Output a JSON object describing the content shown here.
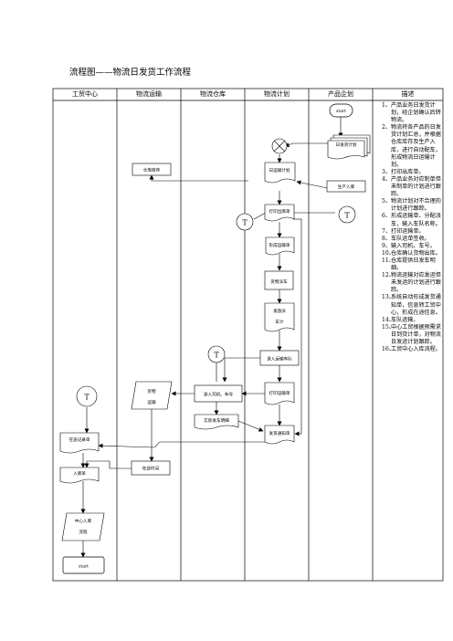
{
  "title": "流程图——物流日发货工作流程",
  "columns": [
    "工贸中心",
    "物流运输",
    "物流仓库",
    "物流计划",
    "产品企划",
    "描述"
  ],
  "nodes": {
    "start_top": "start",
    "daily_plan": "日发货计划",
    "warehouse_stock": "仓库库存",
    "daily_transport_plan": "日运输计划",
    "production_in": "生产入库",
    "print_outbound": "打印出库单",
    "t_left": "T",
    "t_right": "T",
    "form_transport": "形成运输单",
    "goods_car": "货物派车",
    "dispatch_1": "发放派",
    "dispatch_2": "车计",
    "t_mid": "T",
    "input_transport_car": "录入运输车队",
    "goods_1": "货物",
    "goods_2": "运输",
    "input_driver": "录入司机、车号",
    "print_transport": "打印运输单",
    "t_center": "T",
    "actual_detail": "实际发车明细",
    "ship_notice": "发货通知单",
    "transit_record": "在途记录单",
    "transit_time": "在途时间",
    "inbound": "入库单",
    "center_in_1": "中心入库",
    "center_in_2": "流程",
    "start_bottom": "start"
  },
  "description": [
    {
      "n": "1、",
      "text": "产品业务日发货计划，经企划确认后转物流。"
    },
    {
      "n": "2、",
      "text": "物流将各产品的日发货计划汇总，并根据仓库库存及生产入库，进行自动配车，形成物流日运输计划。"
    },
    {
      "n": "3、",
      "text": "打印出库单。"
    },
    {
      "n": "4、",
      "text": "产品业务对应制单但未制单的计划进行跟踪。"
    },
    {
      "n": "5、",
      "text": "物流计划对不合理的计划进行跟踪。"
    },
    {
      "n": "6、",
      "text": "形成运输单、分配派车，输入车队名称。"
    },
    {
      "n": "7、",
      "text": "打印运输单。"
    },
    {
      "n": "8、",
      "text": "车队运单签收。"
    },
    {
      "n": "9、",
      "text": "输入司机、车号。"
    },
    {
      "n": "10、",
      "text": "仓库确认货物出库。"
    },
    {
      "n": "11、",
      "text": "仓库提供日发车明细。"
    },
    {
      "n": "12、",
      "text": "物流运输对应发运但未发运的计划进行跟踪。"
    },
    {
      "n": "13、",
      "text": "系统自动形成发货通知单，信息转工贸中心，形成在途信息。"
    },
    {
      "n": "14、",
      "text": "车队运输。"
    },
    {
      "n": "15、",
      "text": "中心工贸根据预需求日到货计单，对物流日发运计划跟踪。"
    },
    {
      "n": "16、",
      "text": "工贸中心入库流程。"
    }
  ]
}
